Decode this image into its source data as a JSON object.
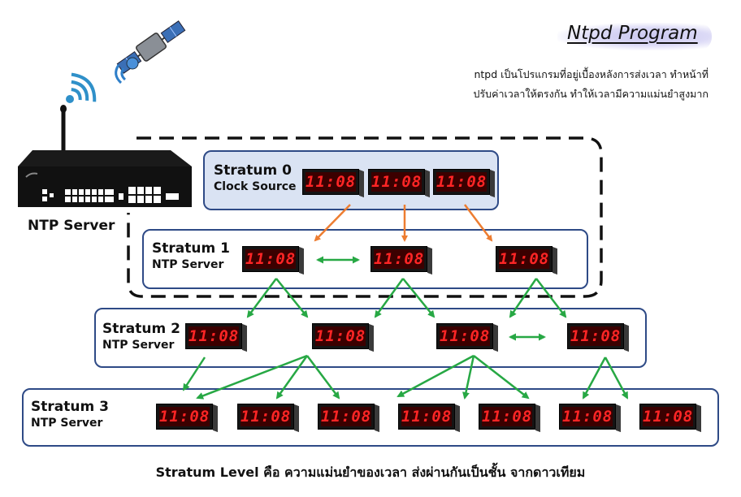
{
  "title": "Ntpd Program",
  "description": {
    "line1": "ntpd เป็นโปรแกรมที่อยู่เบื้องหลังการส่งเวลา ทำหน้าที่",
    "line2": "ปรับค่าเวลาให้ตรงกัน ทำให้เวลามีความแม่นยำสูงมาก"
  },
  "server_label": "NTP Server",
  "clock_time": "11:08",
  "strata": [
    {
      "name": "Stratum 0",
      "role": "Clock Source",
      "clocks": 3
    },
    {
      "name": "Stratum 1",
      "role": "NTP Server",
      "clocks": 3
    },
    {
      "name": "Stratum 2",
      "role": "NTP Server",
      "clocks": 4
    },
    {
      "name": "Stratum 3",
      "role": "NTP Server",
      "clocks": 7
    }
  ],
  "caption": "Stratum Level คือ ความแม่นยำของเวลา ส่งผ่านกันเป็นชั้น จากดาวเทียม",
  "colors": {
    "arrow_orange": "#ed7d31",
    "arrow_green": "#27a844",
    "box_border": "#2e4a86",
    "stratum0_fill": "#dae3f3",
    "clock_digit": "#ff2525"
  },
  "icons": [
    "satellite-icon",
    "wifi-signal-icon",
    "ntp-server-device-icon"
  ]
}
